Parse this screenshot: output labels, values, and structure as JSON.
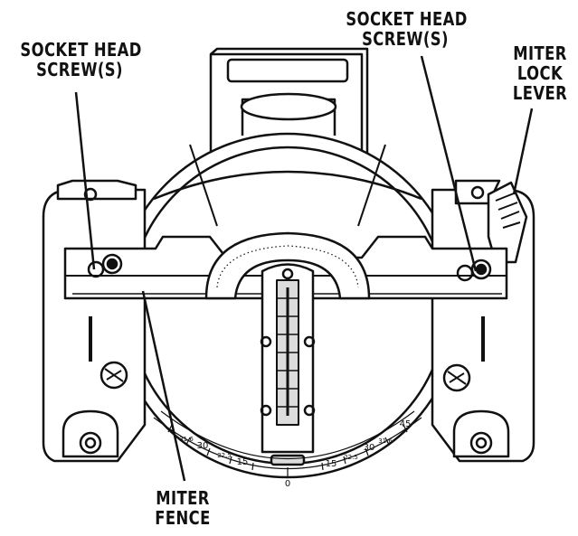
{
  "labels": {
    "socket_head_left": [
      "SOCKET HEAD",
      "SCREW(S)"
    ],
    "socket_head_right": [
      "SOCKET HEAD",
      "SCREW(S)"
    ],
    "miter_lock_lever": [
      "MITER",
      "LOCK",
      "LEVER"
    ],
    "miter_fence": [
      "MITER",
      "FENCE"
    ]
  },
  "scale": {
    "left": [
      "31.6",
      "30",
      "22.5",
      "15"
    ],
    "center": "0",
    "right": [
      "15",
      "22.5",
      "30",
      "31.6",
      "45"
    ]
  },
  "colors": {
    "line": "#111111",
    "fill": "#ffffff",
    "shade": "#dcdcdc"
  }
}
